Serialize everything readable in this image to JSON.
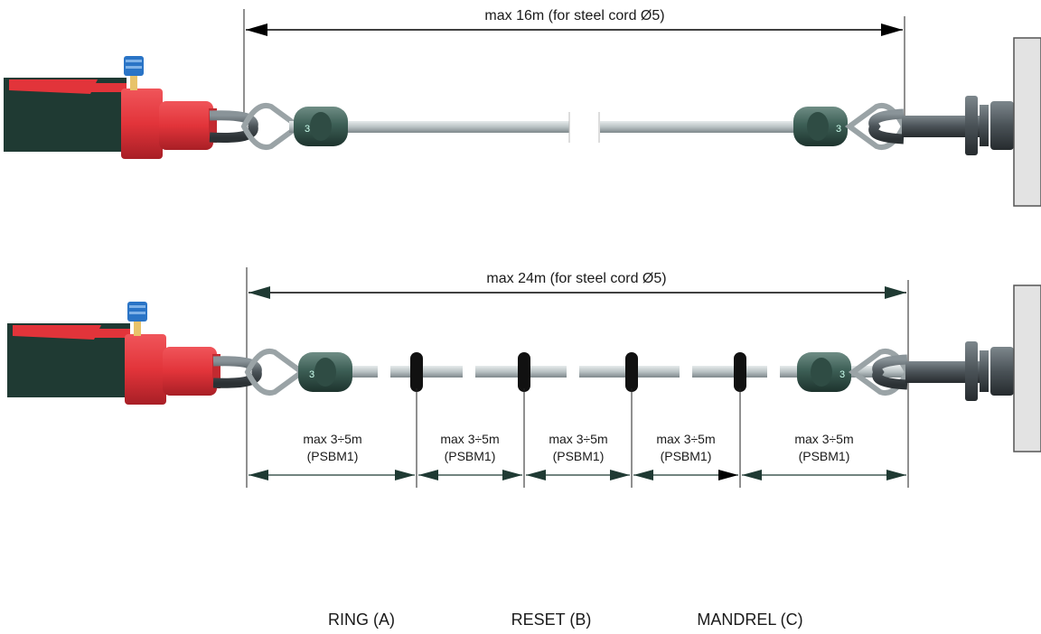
{
  "top_diagram": {
    "span_label": "max 16m (for steel cord Ø5)"
  },
  "bottom_diagram": {
    "span_label": "max 24m (for steel cord Ø5)",
    "segments": [
      {
        "line1": "max 3÷5m",
        "line2": "(PSBM1)"
      },
      {
        "line1": "max 3÷5m",
        "line2": "(PSBM1)"
      },
      {
        "line1": "max 3÷5m",
        "line2": "(PSBM1)"
      },
      {
        "line1": "max 3÷5m",
        "line2": "(PSBM1)"
      },
      {
        "line1": "max 3÷5m",
        "line2": "(PSBM1)"
      }
    ]
  },
  "clamp_mark": "3",
  "footer_labels": {
    "ring": "RING (A)",
    "reset": "RESET (B)",
    "mandrel": "MANDREL (C)"
  },
  "colors": {
    "switch_body": "#1f3a33",
    "switch_red": "#e2343a",
    "cable": "#b9c2c4",
    "clamp": "#3d5f56",
    "bolt": "#4a5257",
    "arrow_top": "#000000",
    "arrow_bottom": "#1f3a33",
    "wall": "#e3e3e3"
  }
}
